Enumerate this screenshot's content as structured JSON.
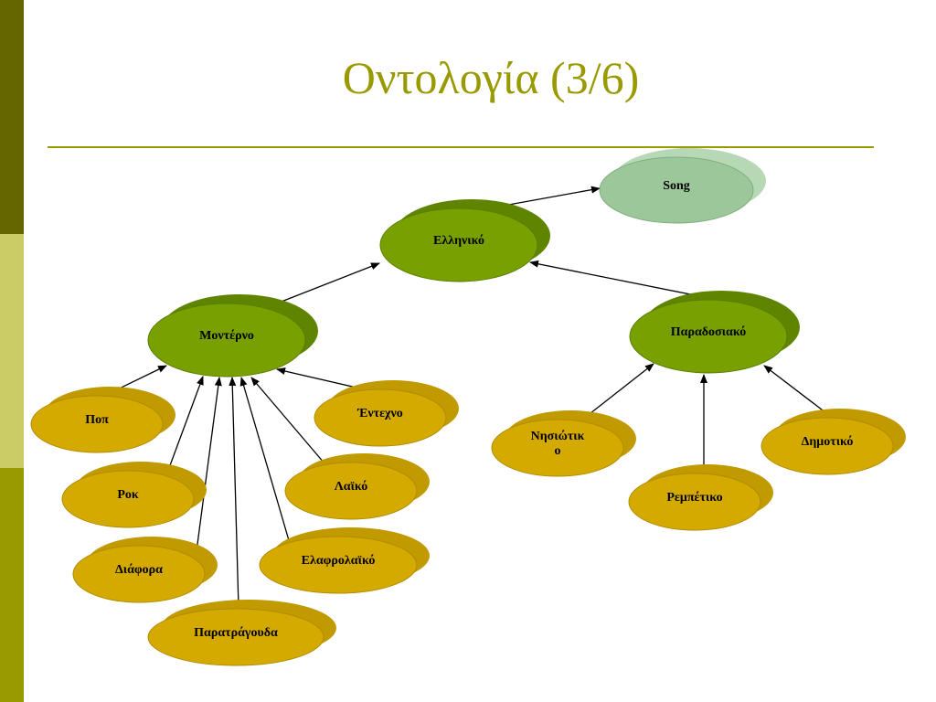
{
  "slide": {
    "title": "Οντολογία (3/6)"
  },
  "diagram": {
    "nodes": [
      {
        "id": "song",
        "label_lines": [
          "Song"
        ],
        "color": "green-light"
      },
      {
        "id": "elliniko",
        "label_lines": [
          "Ελληνικό"
        ],
        "color": "green"
      },
      {
        "id": "moderno",
        "label_lines": [
          "Μοντέρνο"
        ],
        "color": "green"
      },
      {
        "id": "paradosiako",
        "label_lines": [
          "Παραδοσιακό"
        ],
        "color": "green"
      },
      {
        "id": "pop",
        "label_lines": [
          "Ποπ"
        ],
        "color": "gold"
      },
      {
        "id": "rok",
        "label_lines": [
          "Ροκ"
        ],
        "color": "gold"
      },
      {
        "id": "diafora",
        "label_lines": [
          "Διάφορα"
        ],
        "color": "gold"
      },
      {
        "id": "paratragouda",
        "label_lines": [
          "Παρατράγουδα"
        ],
        "color": "gold"
      },
      {
        "id": "elafrolaiko",
        "label_lines": [
          "Ελαφρολαϊκό"
        ],
        "color": "gold"
      },
      {
        "id": "laiko",
        "label_lines": [
          "Λαϊκό"
        ],
        "color": "gold"
      },
      {
        "id": "entexno",
        "label_lines": [
          "Έντεχνο"
        ],
        "color": "gold"
      },
      {
        "id": "nisiotiko",
        "label_lines": [
          "Νησιώτικ",
          "ο"
        ],
        "color": "gold"
      },
      {
        "id": "rempetiko",
        "label_lines": [
          "Ρεμπέτικο"
        ],
        "color": "gold"
      },
      {
        "id": "dimotiko",
        "label_lines": [
          "Δημοτικό"
        ],
        "color": "gold"
      }
    ],
    "edges": [
      {
        "from": "elliniko",
        "to": "song"
      },
      {
        "from": "moderno",
        "to": "elliniko"
      },
      {
        "from": "paradosiako",
        "to": "elliniko"
      },
      {
        "from": "pop",
        "to": "moderno"
      },
      {
        "from": "rok",
        "to": "moderno"
      },
      {
        "from": "diafora",
        "to": "moderno"
      },
      {
        "from": "paratragouda",
        "to": "moderno"
      },
      {
        "from": "elafrolaiko",
        "to": "moderno"
      },
      {
        "from": "laiko",
        "to": "moderno"
      },
      {
        "from": "entexno",
        "to": "moderno"
      },
      {
        "from": "nisiotiko",
        "to": "paradosiako"
      },
      {
        "from": "rempetiko",
        "to": "paradosiako"
      },
      {
        "from": "dimotiko",
        "to": "paradosiako"
      }
    ],
    "palette": {
      "green-light": {
        "fill": "#9cc79a",
        "shadow": "#b6d8b4",
        "stroke": "#7fae7d"
      },
      "green": {
        "fill": "#77a000",
        "shadow": "#5f8400",
        "stroke": "#5a7d00"
      },
      "gold": {
        "fill": "#d4aa00",
        "shadow": "#c19a00",
        "stroke": "#b08c00"
      },
      "arrow": "#000000"
    }
  }
}
